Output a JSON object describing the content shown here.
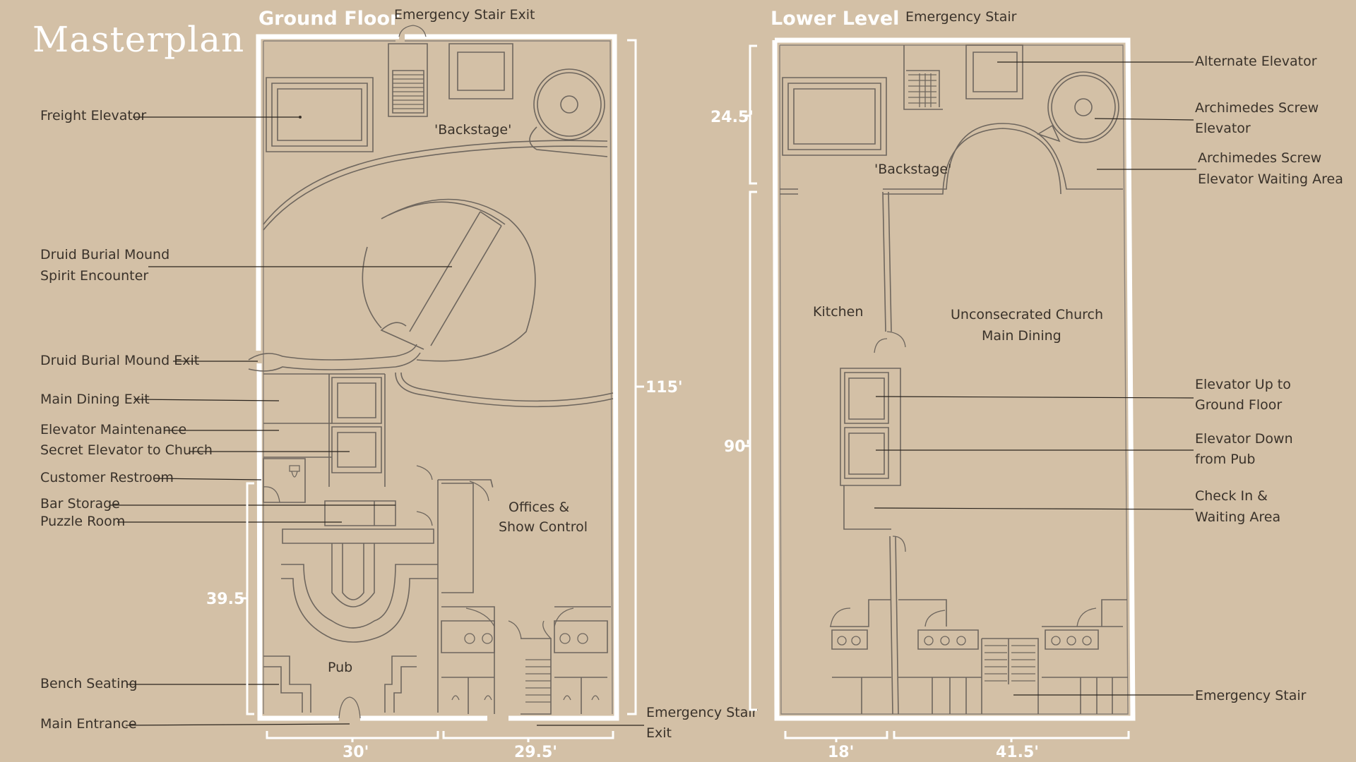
{
  "title": "Masterplan",
  "ground_floor": {
    "title": "Ground Floor",
    "top_label": "Emergency Stair Exit",
    "rooms": {
      "backstage": "'Backstage'",
      "offices_line1": "Offices &",
      "offices_line2": "Show Control",
      "pub": "Pub"
    },
    "callouts": [
      {
        "line1": "Freight Elevator",
        "line2": ""
      },
      {
        "line1": "Druid Burial Mound",
        "line2": "Spirit Encounter"
      },
      {
        "line1": "Druid Burial Mound Exit",
        "line2": ""
      },
      {
        "line1": "Main Dining Exit",
        "line2": ""
      },
      {
        "line1": "Elevator Maintenance",
        "line2": ""
      },
      {
        "line1": "Secret Elevator to Church",
        "line2": ""
      },
      {
        "line1": "Customer Restroom",
        "line2": ""
      },
      {
        "line1": "Bar Storage",
        "line2": ""
      },
      {
        "line1": "Puzzle Room",
        "line2": ""
      },
      {
        "line1": "Bench Seating",
        "line2": ""
      },
      {
        "line1": "Main Entrance",
        "line2": ""
      }
    ],
    "emergency_exit_line1": "Emergency Stair",
    "emergency_exit_line2": "Exit",
    "dimensions": {
      "height": "115'",
      "pub_height": "39.5'",
      "width_left": "30'",
      "width_right": "29.5'"
    }
  },
  "lower_level": {
    "title": "Lower Level",
    "top_label": "Emergency Stair",
    "rooms": {
      "backstage": "'Backstage'",
      "kitchen": "Kitchen",
      "church_line1": "Unconsecrated Church",
      "church_line2": "Main Dining"
    },
    "callouts": [
      {
        "line1": "Alternate Elevator",
        "line2": ""
      },
      {
        "line1": "Archimedes Screw",
        "line2": "Elevator"
      },
      {
        "line1": "Archimedes Screw",
        "line2": "Elevator Waiting Area"
      },
      {
        "line1": "Elevator Up to",
        "line2": "Ground Floor"
      },
      {
        "line1": "Elevator Down",
        "line2": "from Pub"
      },
      {
        "line1": "Check In &",
        "line2": "Waiting Area"
      },
      {
        "line1": "Emergency Stair",
        "line2": ""
      }
    ],
    "dimensions": {
      "top_height": "24.5'",
      "height": "90'",
      "width_left": "18'",
      "width_right": "41.5'"
    }
  },
  "colors": {
    "background": "#d3c0a6",
    "walls": "#ffffff",
    "text": "#3a322a"
  }
}
